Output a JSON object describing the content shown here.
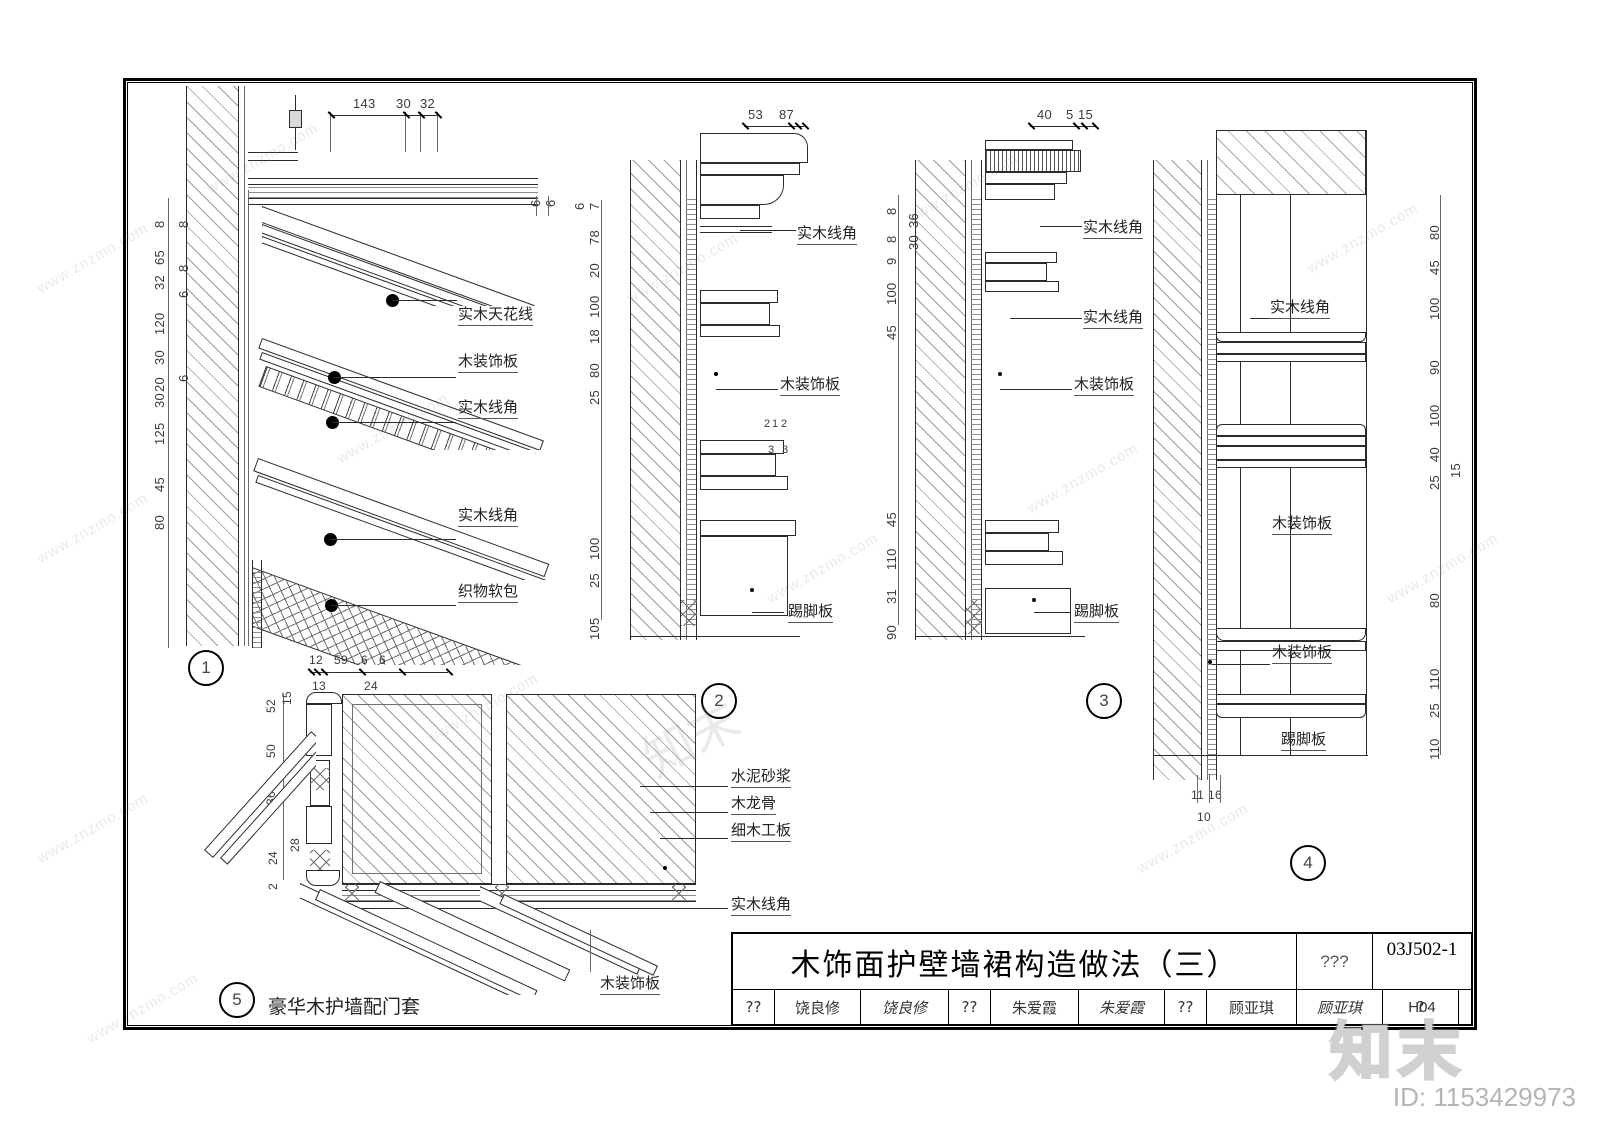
{
  "drawing": {
    "sheet_code": "03J502-1",
    "sheet_number": "H04",
    "watermark_id": "ID: 1153429973",
    "watermark_text": "www.znzmo.com",
    "watermark_logo": "知末"
  },
  "titleblock": {
    "title": "木饰面护壁墙裙构造做法（三）",
    "question_marks": "???",
    "code": "03J502-1",
    "row": [
      {
        "role": "??",
        "name": "饶良修",
        "signature": "饶良修"
      },
      {
        "role": "??",
        "name": "朱爱霞",
        "signature": "朱爱霞"
      },
      {
        "role": "??",
        "name": "顾亚琪",
        "signature": "顾亚琪"
      }
    ],
    "rev": "?",
    "sheet": "H04"
  },
  "details": [
    {
      "id": "1",
      "number": "1",
      "caption": "",
      "top_dims": [
        "143",
        "30",
        "32"
      ],
      "right_small_dims": [
        "6",
        "6"
      ],
      "left_dims": [
        "8",
        "65",
        "8",
        "32",
        "8",
        "6",
        "120",
        "30",
        "20",
        "6",
        "30",
        "125",
        "45",
        "80"
      ],
      "labels": [
        "实木天花线",
        "木装饰板",
        "实木线角",
        "实木线角",
        "织物软包"
      ]
    },
    {
      "id": "2",
      "number": "2",
      "caption": "",
      "top_dims": [
        "53",
        "87"
      ],
      "left_dims": [
        "6",
        "7",
        "78",
        "20",
        "100",
        "18",
        "80",
        "25",
        "100",
        "25",
        "105"
      ],
      "mid_dims": [
        "2",
        "1",
        "2",
        "3",
        "3"
      ],
      "labels": [
        "实木线角",
        "木装饰板",
        "踢脚板"
      ]
    },
    {
      "id": "3",
      "number": "3",
      "caption": "",
      "top_dims": [
        "40",
        "5",
        "15"
      ],
      "left_dims": [
        "8",
        "8",
        "9",
        "30",
        "36",
        "100",
        "45",
        "45",
        "110",
        "31",
        "90"
      ],
      "labels": [
        "实木线角",
        "实木线角",
        "木装饰板",
        "踢脚板"
      ]
    },
    {
      "id": "4",
      "number": "4",
      "caption": "",
      "bottom_dims": [
        "11",
        "16",
        "10"
      ],
      "right_dims": [
        "80",
        "45",
        "100",
        "90",
        "100",
        "40",
        "25",
        "15",
        "80",
        "110",
        "25",
        "110"
      ],
      "labels": [
        "实木线角",
        "木装饰板",
        "木装饰板",
        "踢脚板"
      ]
    },
    {
      "id": "5",
      "number": "5",
      "caption": "豪华木护墙配门套",
      "top_dims": [
        "12",
        "59",
        "6",
        "6",
        "13",
        "24"
      ],
      "left_dims": [
        "15",
        "52",
        "50",
        "36",
        "28",
        "24",
        "2"
      ],
      "labels": [
        "水泥砂浆",
        "木龙骨",
        "细木工板",
        "实木线角",
        "木装饰板"
      ]
    }
  ]
}
